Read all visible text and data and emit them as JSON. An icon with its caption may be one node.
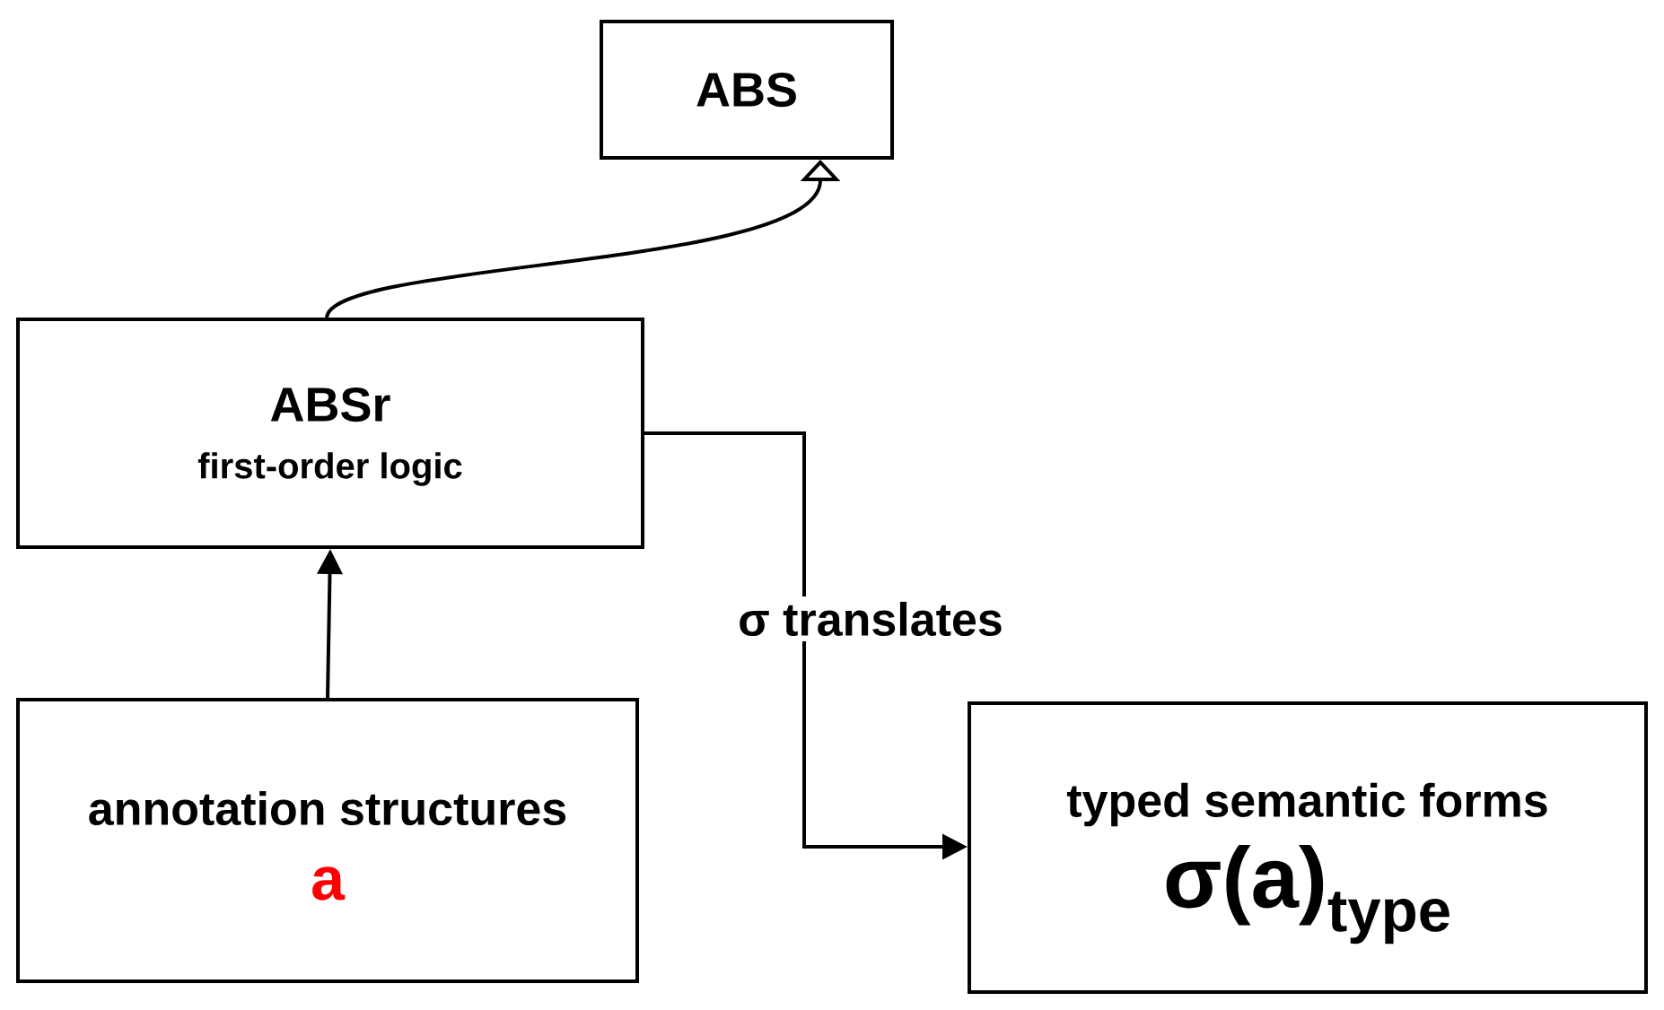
{
  "diagram": {
    "nodes": [
      {
        "text": [
          "ABS"
        ]
      },
      {
        "text": [
          "ABSr",
          "first-order logic"
        ]
      },
      {
        "text": [
          "annotation structures",
          "a"
        ]
      },
      {
        "text": [
          "typed semantic forms",
          "σ(a)$_{type}$"
        ]
      }
    ],
    "edges": [
      {
        "from": 1,
        "to": 0,
        "arrow": "to"
      },
      {
        "from": 2,
        "to": 1,
        "arrow": "to"
      },
      {
        "from": 1,
        "to": 3,
        "arrow": "to",
        "label": "σ translates"
      }
    ]
  }
}
